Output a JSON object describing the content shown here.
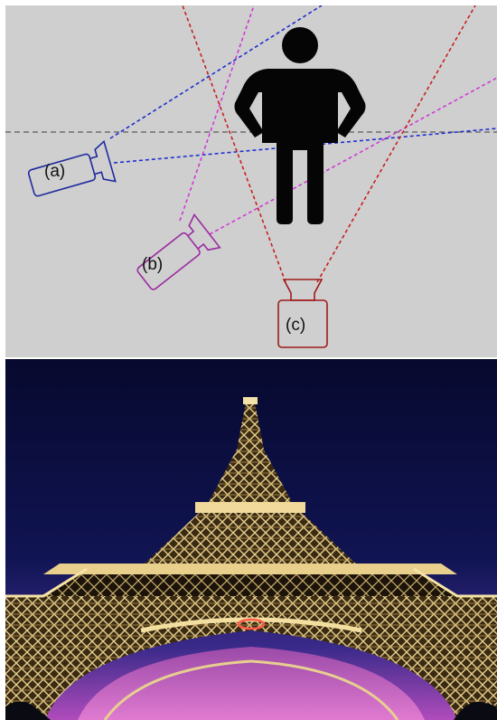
{
  "diagram": {
    "background_color": "#cfcfcf",
    "horizon_color": "#6e6e6e",
    "figure_color": "#050505",
    "cameras": [
      {
        "label": "(a)",
        "color": "#1f2a9e",
        "ray_color": "#1d2ed0"
      },
      {
        "label": "(b)",
        "color": "#9b2aa0",
        "ray_color": "#d03ad6"
      },
      {
        "label": "(c)",
        "color": "#a11a1a",
        "ray_color": "#c82020"
      }
    ]
  },
  "photo": {
    "subject": "eiffel-tower-from-below",
    "sky_top_color": "#0b0d3a",
    "sky_bottom_color": "#a648b8",
    "tower_color": "#e2c98a"
  }
}
